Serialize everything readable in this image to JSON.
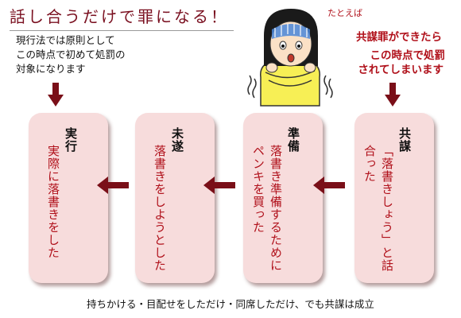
{
  "title": "話し合うだけで罪になる！",
  "left_note": {
    "line1": "現行法では原則として",
    "line2": "この時点で初めて処罰の",
    "line3": "対象になります"
  },
  "right_caption": {
    "example": "たとえば",
    "line1": "共謀罪ができたら",
    "line2": "この時点で処罰",
    "line3": "されてしまいます"
  },
  "stages": [
    {
      "head": "実行",
      "body": "実際に落書きをした"
    },
    {
      "head": "未遂",
      "body": "落書きをしようとした"
    },
    {
      "head": "準備",
      "body": "落書き準備するためにペンキを買った"
    },
    {
      "head": "共謀",
      "body": "「落書きしょう」と話合った"
    }
  ],
  "footer": "持ちかける・目配せをしただけ・同席しただけ、でも共謀は成立",
  "colors": {
    "title": "#7a1020",
    "accent_red": "#b0101a",
    "card_fill": "#f7dcdc",
    "arrow": "#7a0f18"
  },
  "icons": {
    "figure": "worried-person-illustration",
    "arrows": "arrow-icon"
  }
}
